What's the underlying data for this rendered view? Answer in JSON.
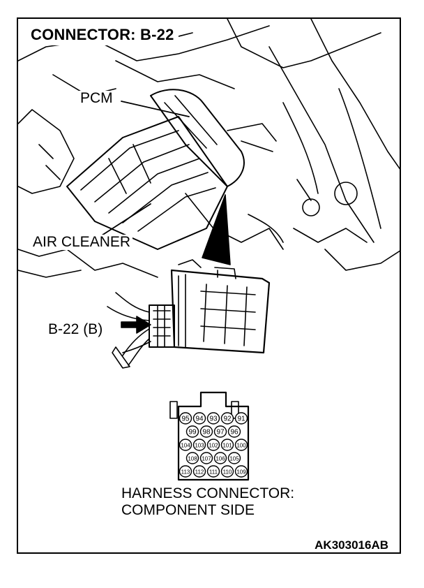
{
  "title": "CONNECTOR: B-22",
  "labels": {
    "pcm": "PCM",
    "air_cleaner": "AIR CLEANER",
    "connector": "B-22 (B)"
  },
  "harness": {
    "line1": "HARNESS CONNECTOR:",
    "line2": "COMPONENT SIDE",
    "pin_rows": [
      [
        "95",
        "94",
        "93",
        "92",
        "91"
      ],
      [
        "99",
        "98",
        "97",
        "96"
      ],
      [
        "104",
        "103",
        "102",
        "101",
        "100"
      ],
      [
        "108",
        "107",
        "106",
        "105"
      ],
      [
        "113",
        "112",
        "111",
        "110",
        "109"
      ]
    ]
  },
  "figure_code": "AK303016AB"
}
